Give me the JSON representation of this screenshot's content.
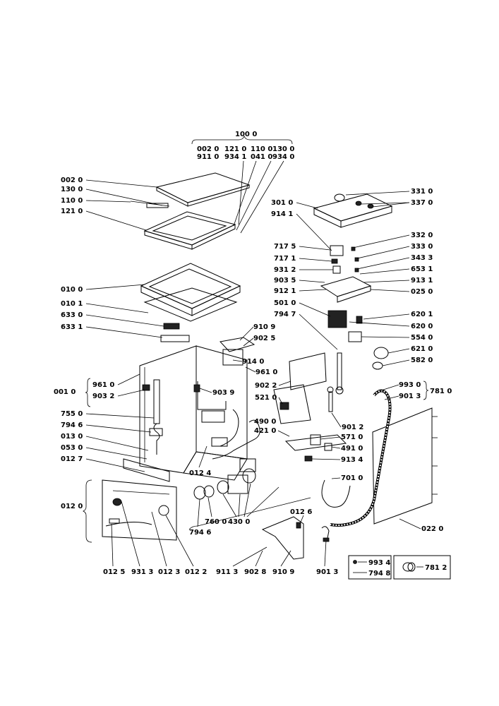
{
  "top_group": {
    "head": "100 0",
    "row1": [
      "002 0",
      "121 0",
      "110 0",
      "130 0"
    ],
    "row2": [
      "911 0",
      "934 1",
      "041 0",
      "934 0"
    ]
  },
  "labels": {
    "L0020": "002 0",
    "L1300": "130 0",
    "L1100": "110 0",
    "L1210": "121 0",
    "L0100": "010 0",
    "L0101": "010 1",
    "L6330": "633 0",
    "L6331": "633 1",
    "L0010": "001 0",
    "L9610a": "961 0",
    "L9032": "903 2",
    "L7550": "755 0",
    "L7946a": "794 6",
    "L0130": "013 0",
    "L0530": "053 0",
    "L0127": "012 7",
    "L0120": "012 0",
    "L0125": "012 5",
    "L9313": "931 3",
    "L0123": "012 3",
    "L0122": "012 2",
    "L9109a": "910 9",
    "L9025": "902 5",
    "L9140": "914 0",
    "L9610b": "961 0",
    "L9039": "903 9",
    "L0124": "012 4",
    "L7600": "760 0",
    "L7946b": "794 6",
    "L4300": "430 0",
    "L9022": "902 2",
    "L5210": "521 0",
    "L4900": "490 0",
    "L4210": "421 0",
    "L9012": "901 2",
    "L5710": "571 0",
    "L4910": "491 0",
    "L9134": "913 4",
    "L7010": "701 0",
    "L0126": "012 6",
    "L9113": "911 3",
    "L9028": "902 8",
    "L9109b": "910 9",
    "L9013a": "901 3",
    "L3010": "301 0",
    "L9141": "914 1",
    "L7175": "717 5",
    "L7171": "717 1",
    "L9312": "931 2",
    "L9035": "903 5",
    "L9121": "912 1",
    "L5010": "501 0",
    "L7947": "794 7",
    "L3310": "331 0",
    "L3370": "337 0",
    "L3320": "332 0",
    "L3330": "333 0",
    "L3433": "343 3",
    "L6531": "653 1",
    "L9131": "913 1",
    "L0250": "025 0",
    "L6201": "620 1",
    "L6200": "620 0",
    "L5540": "554 0",
    "L6210": "621 0",
    "L5820": "582 0",
    "L9930": "993 0",
    "L9013b": "901 3",
    "L7810": "781 0",
    "L0220": "022 0",
    "L9934": "993 4",
    "L7948": "794 8",
    "L7812": "781 2"
  }
}
